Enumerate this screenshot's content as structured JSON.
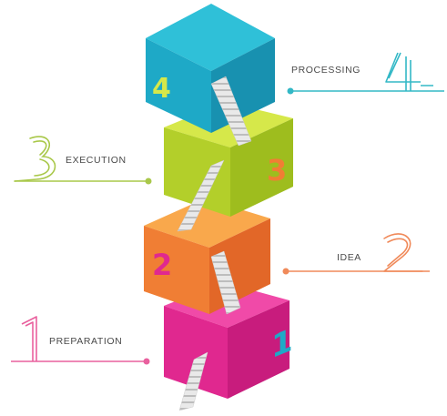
{
  "steps": [
    {
      "number": "4",
      "label": "PROCESSING",
      "color": "#1ea9c7",
      "top": "#2fc0d8",
      "right": "#1891b0"
    },
    {
      "number": "3",
      "label": "EXECUTION",
      "color": "#b3cf2a",
      "top": "#d6e84a",
      "right": "#9ebd1e"
    },
    {
      "number": "2",
      "label": "IDEA",
      "color": "#f07e34",
      "top": "#f9a84c",
      "right": "#e26728"
    },
    {
      "number": "1",
      "label": "PREPARATION",
      "color": "#e0288f",
      "top": "#f04aa8",
      "right": "#c81c7d"
    }
  ],
  "line_colors": {
    "processing": "#33b8c6",
    "execution": "#a9c84a",
    "idea": "#f08a5a",
    "preparation": "#e9609e"
  }
}
